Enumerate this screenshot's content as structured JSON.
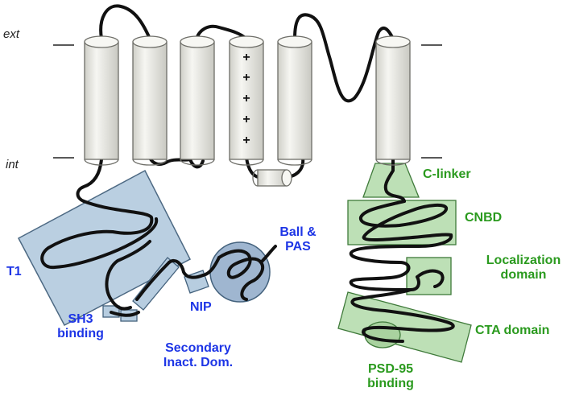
{
  "membrane": {
    "ext_label": "ext",
    "int_label": "int"
  },
  "voltage_sensor": {
    "charges": [
      "+",
      "+",
      "+",
      "+",
      "+"
    ]
  },
  "labels": {
    "t1": "T1",
    "sh3": [
      "SH3",
      "binding"
    ],
    "secondary": [
      "Secondary",
      "Inact. Dom."
    ],
    "nip": "NIP",
    "ball": [
      "Ball &",
      "PAS"
    ],
    "c_linker": "C-linker",
    "cnbd": "CNBD",
    "localization": [
      "Localization",
      "domain"
    ],
    "cta": "CTA domain",
    "psd95": [
      "PSD-95",
      "binding"
    ]
  },
  "colors": {
    "helix_fill": "#eeeee8",
    "blue_domain_fill": "#b7cde0",
    "green_domain_fill": "#bde0b6",
    "blue_text": "#1d35e6",
    "green_text": "#2a9a1e",
    "chain": "#111111"
  }
}
